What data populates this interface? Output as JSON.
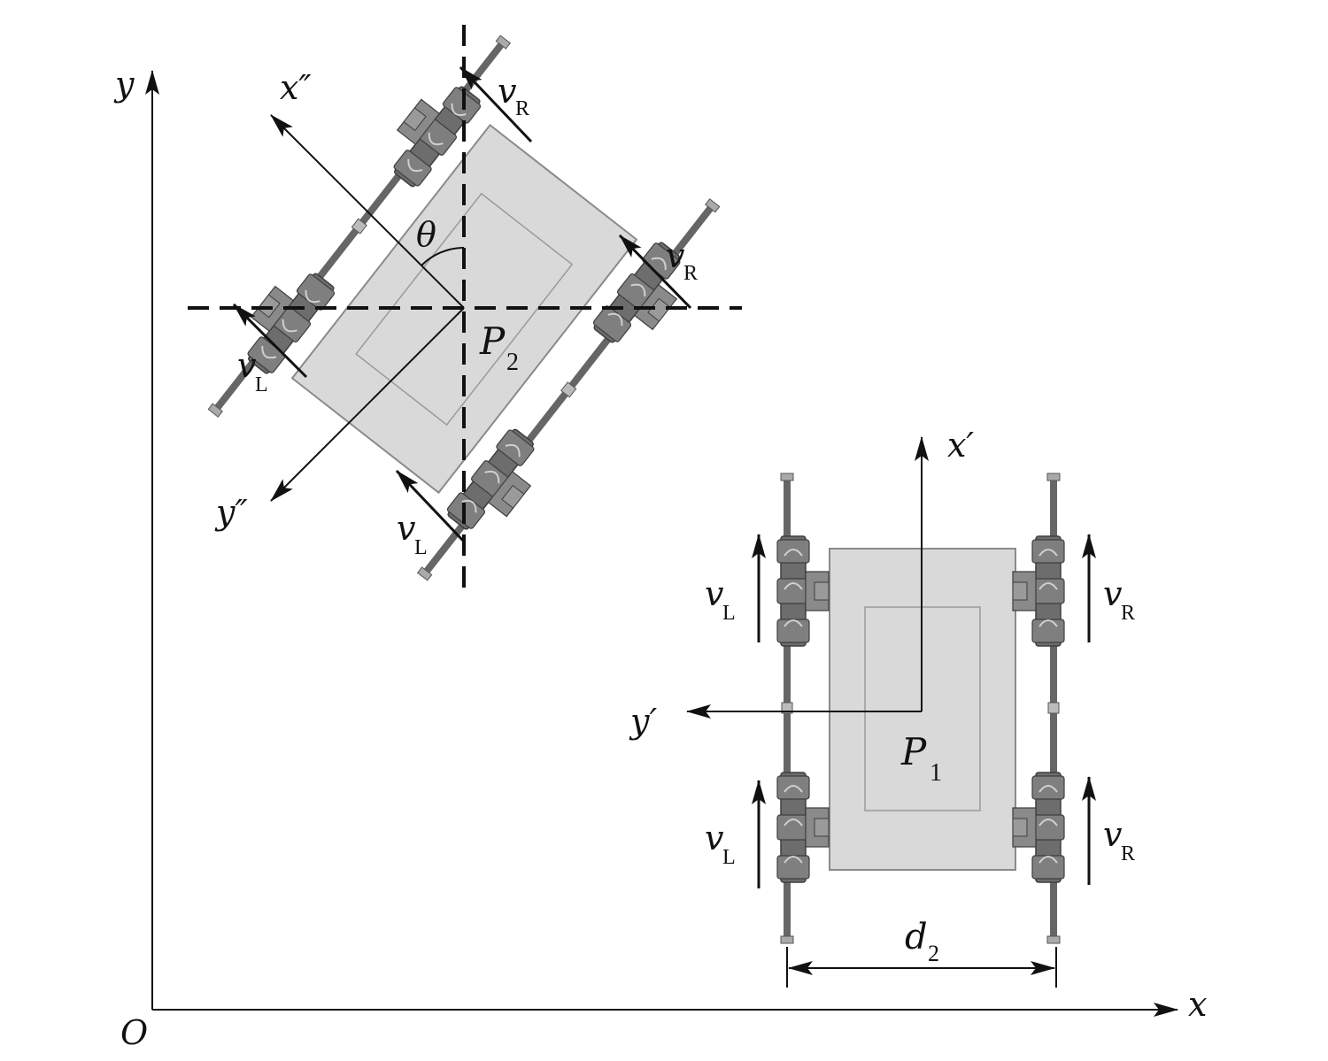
{
  "labels": {
    "origin": "O",
    "x_axis": "x",
    "y_axis": "y",
    "x_prime": "x′",
    "y_prime": "y′",
    "x_dprime": "x″",
    "y_dprime": "y″",
    "theta": "θ",
    "p1": "P",
    "p1_sub": "1",
    "p2": "P",
    "p2_sub": "2",
    "d2": "d",
    "d2_sub": "2",
    "v": "v",
    "left_sub": "L",
    "right_sub": "R"
  },
  "colors": {
    "line": "#111111",
    "platform_fill": "#d9d9d9",
    "platform_stroke": "#8a8a8a",
    "wheel_dark": "#5e5e5e",
    "wheel_mid": "#7d7d7d",
    "rod": "#6a6a6a"
  }
}
